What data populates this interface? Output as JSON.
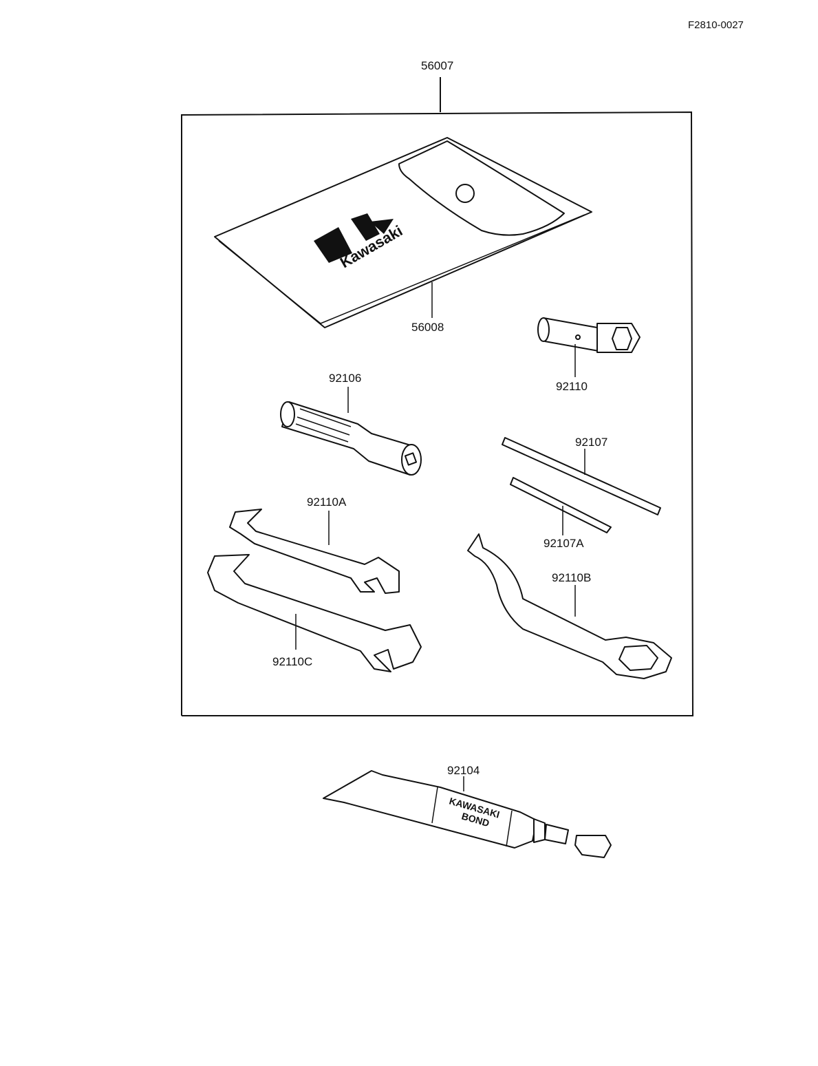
{
  "document_id": "F2810-0027",
  "parts": {
    "tool_kit": "56007",
    "tool_case": "56008",
    "plug_wrench": "92110",
    "driver_handle": "92106",
    "screwdriver_bit": "92107",
    "screwdriver_bit_a": "92107A",
    "open_end_wrench_a": "92110A",
    "hook_wrench": "92110B",
    "open_end_wrench_c": "92110C",
    "bond_tube": "92104"
  },
  "logo_text": "Kawasaki",
  "tube_label": [
    "KAWASAKI",
    "BOND"
  ]
}
